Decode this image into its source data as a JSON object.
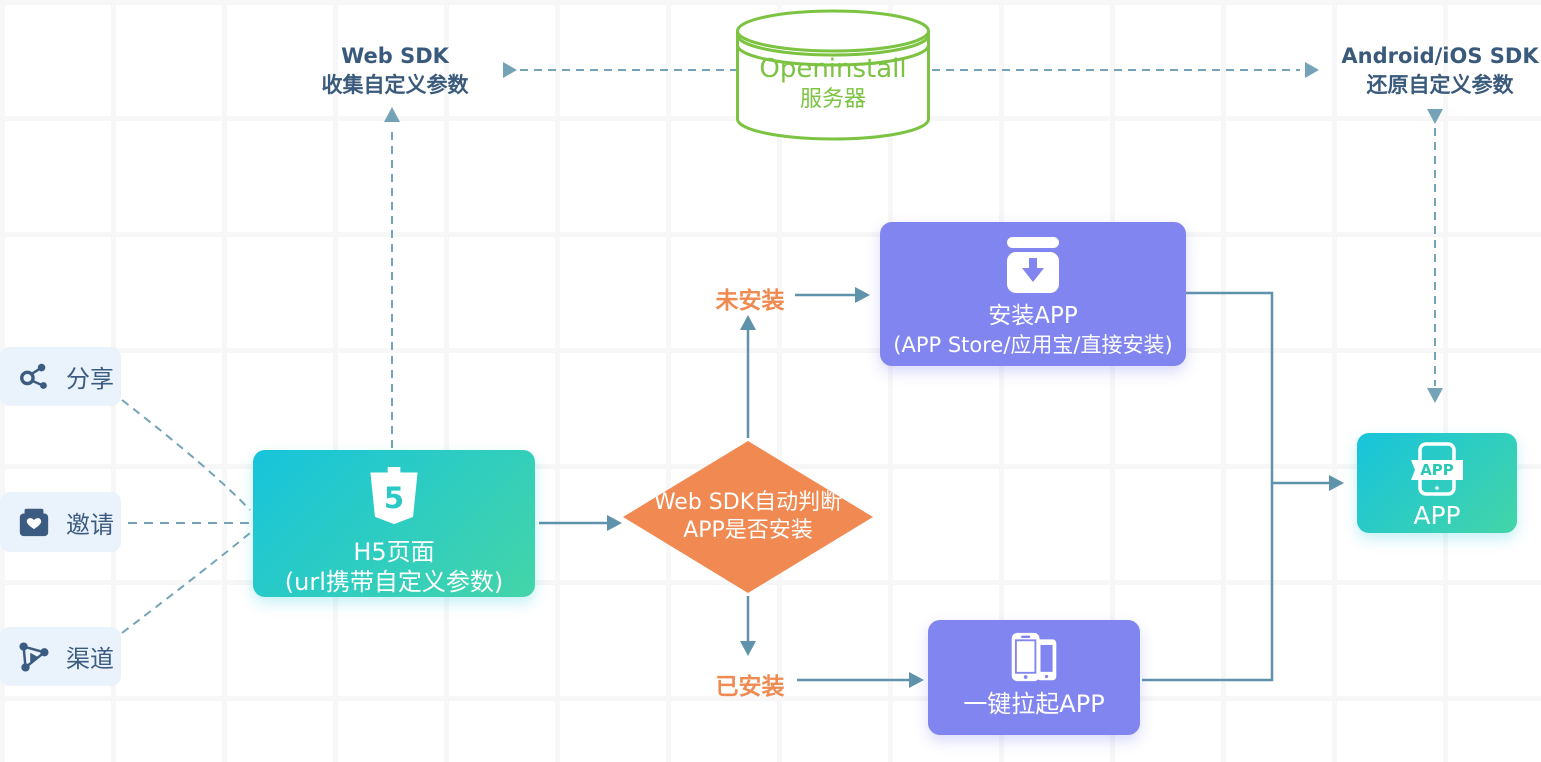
{
  "colors": {
    "green": "#7cc342",
    "navy_text": "#3a5a7c",
    "orange": "#ef8a51",
    "purple": "#8185ef",
    "teal_gradient_start": "#17c4db",
    "teal_gradient_end": "#44d5a8",
    "solid_arrow": "#5f93ab",
    "dashed_arrow": "#74a3b8",
    "source_box_bg": "#eaf2fb"
  },
  "server": {
    "line1": "Openinstall",
    "line2": "服务器"
  },
  "top_left_label": {
    "line1": "Web SDK",
    "line2": "收集自定义参数"
  },
  "top_right_label": {
    "line1": "Android/iOS SDK",
    "line2": "还原自定义参数"
  },
  "sources": [
    {
      "label": "分享",
      "icon": "share-icon"
    },
    {
      "label": "邀请",
      "icon": "invite-icon"
    },
    {
      "label": "渠道",
      "icon": "channel-icon"
    }
  ],
  "h5_node": {
    "icon_label": "5",
    "line1": "H5页面",
    "line2": "(url携带自定义参数)"
  },
  "decision_node": {
    "line1": "Web SDK自动判断",
    "line2": "APP是否安装"
  },
  "install_node": {
    "line1": "安装APP",
    "line2": "(APP Store/应用宝/直接安装)"
  },
  "launch_node": {
    "label": "一键拉起APP"
  },
  "app_node": {
    "icon_label": "APP",
    "label": "APP"
  },
  "edge_labels": {
    "not_installed": "未安装",
    "installed": "已安装"
  }
}
